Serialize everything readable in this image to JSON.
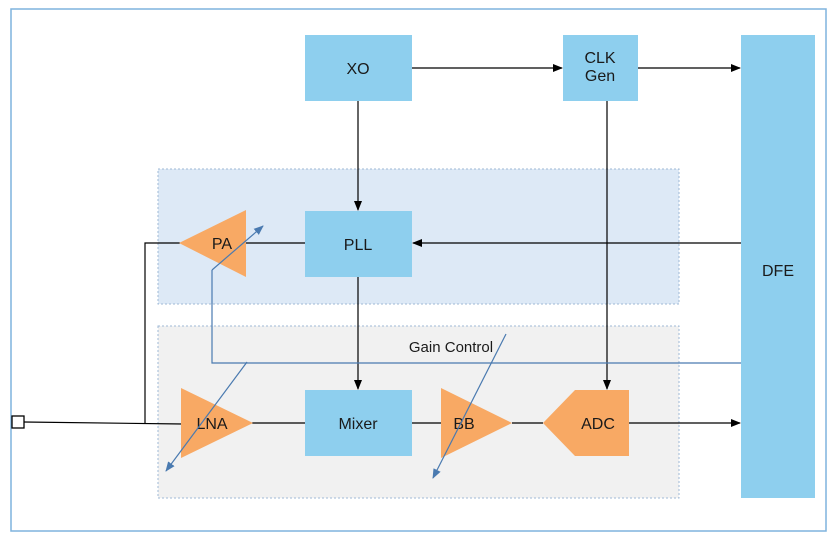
{
  "blocks": {
    "xo": "XO",
    "clk_gen_line1": "CLK",
    "clk_gen_line2": "Gen",
    "pll": "PLL",
    "mixer": "Mixer",
    "dfe": "DFE",
    "pa": "PA",
    "lna": "LNA",
    "bb": "BB",
    "adc": "ADC"
  },
  "labels": {
    "gain_control": "Gain Control"
  },
  "colors": {
    "block_fill": "#8ecfee",
    "amp_fill": "#f8a964",
    "pll_region_fill": "#dde9f6",
    "rx_region_fill": "#f1f1f1",
    "frame_border": "#7fb3dd",
    "control_line": "#4a7ab0",
    "signal_line": "#000000"
  }
}
